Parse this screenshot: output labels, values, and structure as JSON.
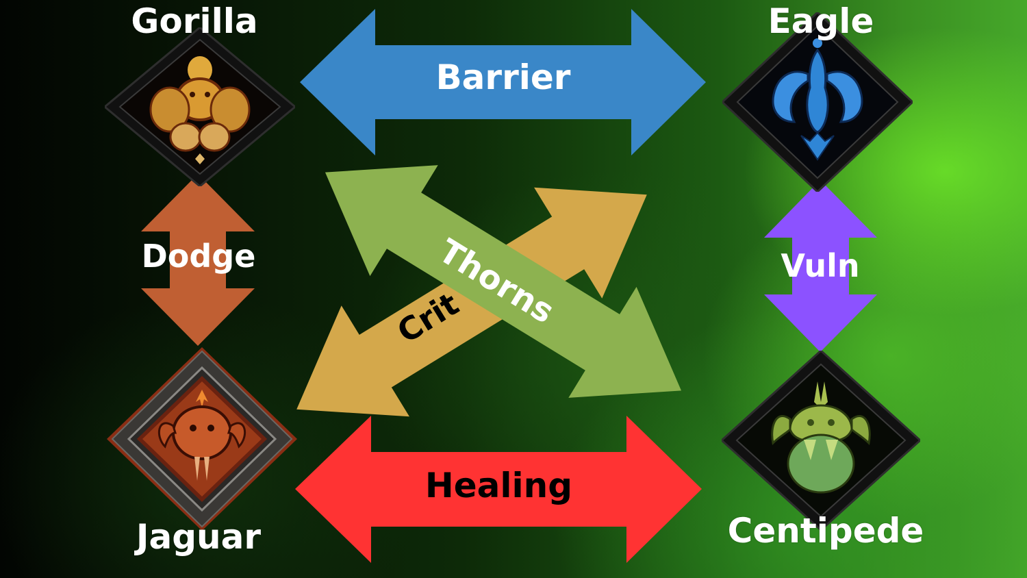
{
  "diagram": {
    "nodes": [
      {
        "id": "gorilla",
        "label": "Gorilla",
        "icon": "gorilla-spirit-icon",
        "theme_color": "#d9a542",
        "position": "top-left"
      },
      {
        "id": "eagle",
        "label": "Eagle",
        "icon": "eagle-spirit-icon",
        "theme_color": "#3a8fe0",
        "position": "top-right"
      },
      {
        "id": "jaguar",
        "label": "Jaguar",
        "icon": "jaguar-spirit-icon",
        "theme_color": "#c8562a",
        "position": "bottom-left"
      },
      {
        "id": "centipede",
        "label": "Centipede",
        "icon": "centipede-spirit-icon",
        "theme_color": "#8fbf4a",
        "position": "bottom-right"
      }
    ],
    "edges": [
      {
        "id": "barrier",
        "label": "Barrier",
        "from": "gorilla",
        "to": "eagle",
        "color": "#3a87c8",
        "text_color": "#ffffff"
      },
      {
        "id": "healing",
        "label": "Healing",
        "from": "jaguar",
        "to": "centipede",
        "color": "#ff3333",
        "text_color": "#000000"
      },
      {
        "id": "dodge",
        "label": "Dodge",
        "from": "gorilla",
        "to": "jaguar",
        "color": "#c05f33",
        "text_color": "#ffffff"
      },
      {
        "id": "vuln",
        "label": "Vuln",
        "from": "eagle",
        "to": "centipede",
        "color": "#8c52ff",
        "text_color": "#ffffff"
      },
      {
        "id": "thorns",
        "label": "Thorns",
        "from": "gorilla",
        "to": "centipede",
        "color": "#8db250",
        "text_color": "#ffffff"
      },
      {
        "id": "crit",
        "label": "Crit",
        "from": "jaguar",
        "to": "eagle",
        "color": "#d4a84b",
        "text_color": "#000000"
      }
    ]
  }
}
